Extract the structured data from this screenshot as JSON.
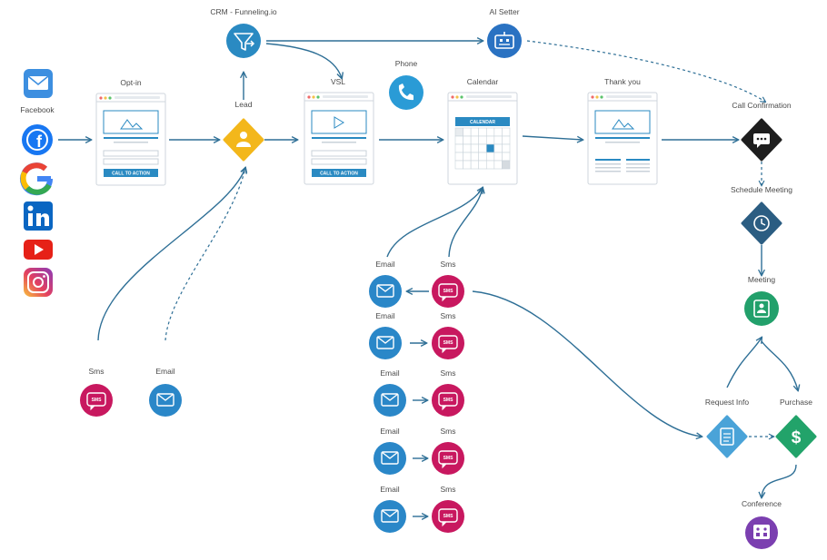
{
  "nodes": {
    "facebook": "Facebook",
    "opt_in": "Opt-in",
    "lead": "Lead",
    "crm": "CRM - Funneling.io",
    "vsl": "VSL",
    "phone": "Phone",
    "ai_setter": "AI Setter",
    "calendar": "Calendar",
    "thank_you": "Thank you",
    "call_confirmation": "Call Confirmation",
    "schedule_meeting": "Schedule Meeting",
    "meeting": "Meeting",
    "request_info": "Request Info",
    "purchase": "Purchase",
    "conference": "Conference",
    "sms_left": "Sms",
    "email_left": "Email"
  },
  "buttons": {
    "call_to_action": "CALL TO ACTION"
  },
  "calendar_widget": {
    "header": "CALENDAR"
  },
  "sms_badge": "SMS",
  "email_label": "Email",
  "sms_label": "Sms",
  "followup_rows": [
    {
      "email": "Email",
      "sms": "Sms"
    },
    {
      "email": "Email",
      "sms": "Sms"
    },
    {
      "email": "Email",
      "sms": "Sms"
    },
    {
      "email": "Email",
      "sms": "Sms"
    },
    {
      "email": "Email",
      "sms": "Sms"
    }
  ],
  "colors": {
    "flow": "#2e6f96",
    "facebook": "#1877f2",
    "linkedin": "#0a66c2",
    "youtube": "#e62117",
    "instagram": "#d6249f",
    "lead": "#f3b71b",
    "sms": "#c8185f",
    "email": "#2a87c8",
    "black_diamond": "#1e1e1e",
    "schedule": "#2b5d82",
    "meeting": "#22a06b",
    "purchase": "#22a36a",
    "request_info": "#4aa3d8",
    "conference": "#7b3fb0"
  }
}
